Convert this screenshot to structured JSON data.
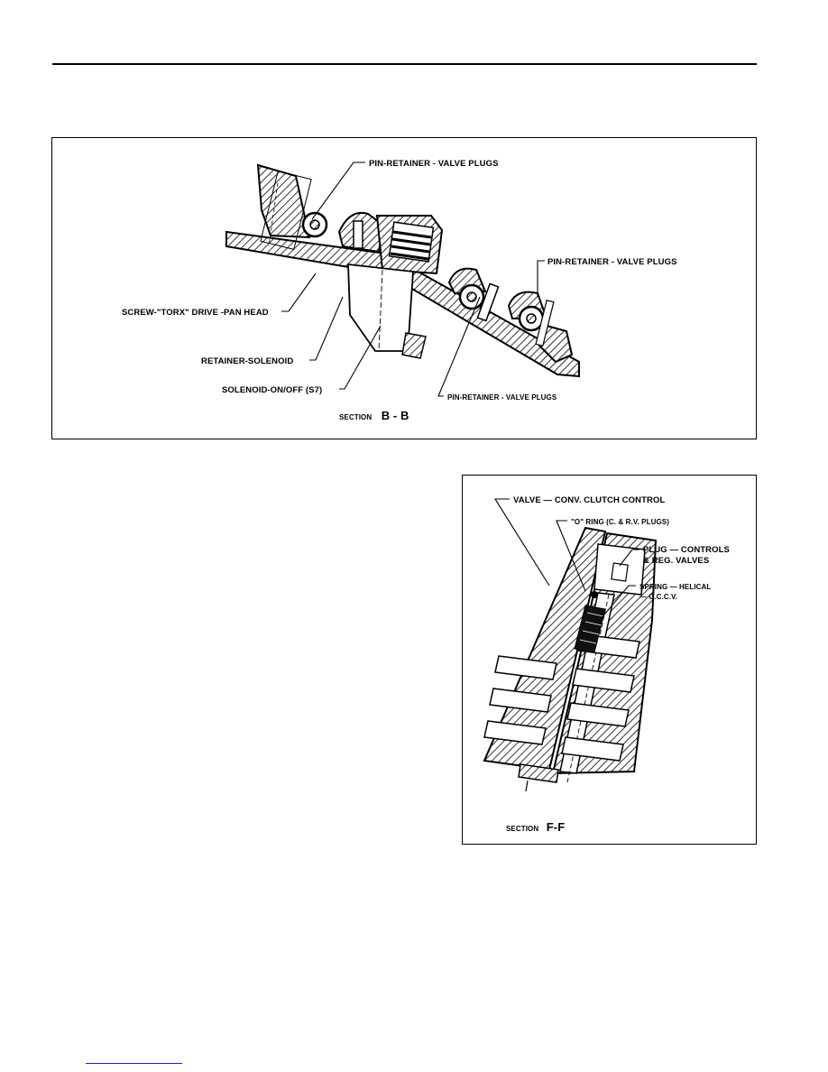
{
  "figure_bb": {
    "labels": {
      "pin_top": "PIN-RETAINER - VALVE PLUGS",
      "pin_right": "PIN-RETAINER - VALVE PLUGS",
      "screw": "SCREW-\"TORX\" DRIVE -PAN HEAD",
      "retainer": "RETAINER-SOLENOID",
      "solenoid": "SOLENOID-ON/OFF (S7)",
      "pin_bottom": "PIN-RETAINER - VALVE PLUGS"
    },
    "caption": {
      "prefix": "SECTION",
      "id": "B - B"
    }
  },
  "figure_ff": {
    "labels": {
      "valve": "VALVE — CONV. CLUTCH CONTROL",
      "oring": "\"O\" RING (C. & R.V. PLUGS)",
      "plug_line1": "PLUG — CONTROLS",
      "plug_line2": "& REG. VALVES",
      "spring_line1": "SPRING — HELICAL",
      "spring_line2": "— C.C.C.V."
    },
    "caption": {
      "prefix": "SECTION",
      "id": "F-F"
    }
  }
}
